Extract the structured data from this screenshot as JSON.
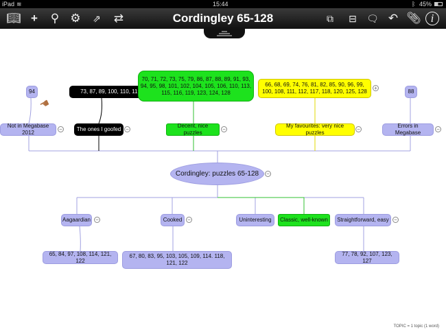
{
  "status": {
    "device": "iPad",
    "time": "15:44",
    "battery": "45%"
  },
  "toolbar": {
    "title": "Cordingley 65-128"
  },
  "map": {
    "center": "Cordingley: puzzles 65-128",
    "top": [
      {
        "label": "Not in Megabase 2012",
        "child": "94"
      },
      {
        "label": "The ones I goofed",
        "child": "73, 87, 89, 100, 110, 119"
      },
      {
        "label": "Decent, nice puzzles",
        "child": "70, 71, 72, 73, 75, 79, 86, 87, 88, 89, 91, 93, 94, 95, 98, 101, 102, 104, 105, 106, 110, 113, 115, 116, 119, 123, 124, 128"
      },
      {
        "label": "My favourites: very nice puzzles",
        "child": "66, 68, 69, 74, 76, 81, 82, 85, 90, 96, 99, 100, 108, 111, 112, 117, 118, 120, 125, 128"
      },
      {
        "label": "Errors in Megabase",
        "child": "88"
      }
    ],
    "bottom": [
      {
        "label": "Aagaardian",
        "child": "65, 84, 97, 108, 114, 121, 122"
      },
      {
        "label": "Cooked",
        "child": "67, 80, 83, 95, 103, 105, 109, 114. 118, 121, 122"
      },
      {
        "label": "Uninteresting"
      },
      {
        "label": "Classic, well-known"
      },
      {
        "label": "Straightforward, easy",
        "child": "77, 78, 92, 107, 123, 127"
      }
    ]
  },
  "footer": "TOPIC = 1 topic (1 word)",
  "colors": {
    "lavender": "#b4b4f0",
    "green": "#1de21d",
    "yellow": "#ffff00",
    "black": "#000000"
  }
}
